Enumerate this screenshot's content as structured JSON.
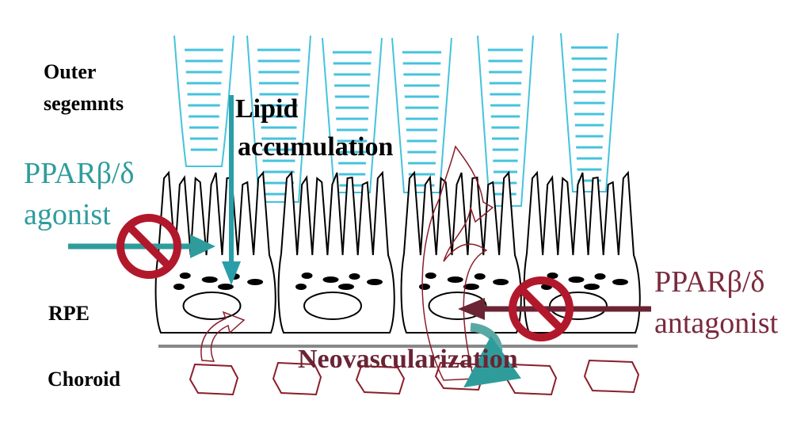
{
  "labels": {
    "outer_line1": "Outer",
    "outer_line2": "segemnts",
    "lipid_line1": "Lipid",
    "lipid_line2": "accumulation",
    "agonist_line1": "PPARβ/δ",
    "agonist_line2": "agonist",
    "rpe": "RPE",
    "choroid": "Choroid",
    "neovasc": "Neovascularization",
    "antagonist_line1": "PPARβ/δ",
    "antagonist_line2": "antagonist"
  },
  "colors": {
    "outer_segment": "#45c3dc",
    "agonist": "#2f9c9c",
    "lipid_arrow": "#2a9ea8",
    "antagonist": "#7a2a3c",
    "vessel": "#8a1e2a",
    "prohibit": "#b2182b",
    "membrane": "#888888",
    "ink": "#000000"
  },
  "icons": [
    "prohibit-icon",
    "arrow-icon"
  ]
}
